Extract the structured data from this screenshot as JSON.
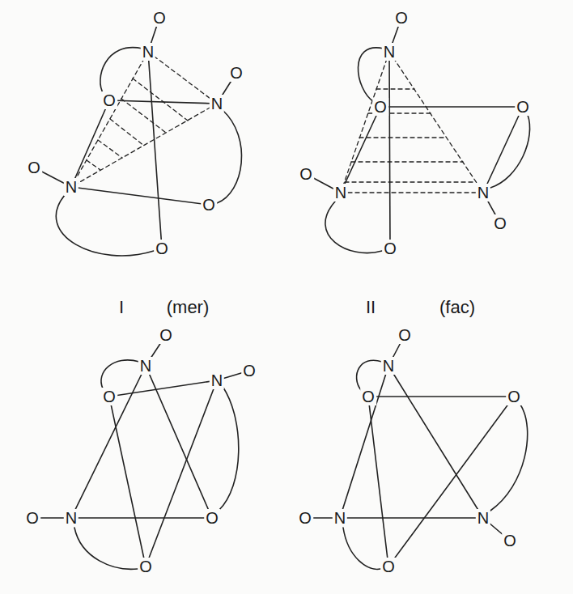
{
  "diagram": {
    "labels": [
      "O",
      "N",
      "O",
      "O",
      "N",
      "O",
      "N",
      "O",
      "O",
      "O",
      "N",
      "O",
      "O",
      "O",
      "N",
      "N",
      "O",
      "O",
      "I",
      "(mer)",
      "II",
      "(fac)",
      "O",
      "N",
      "O",
      "N",
      "O",
      "O",
      "N",
      "O",
      "O",
      "O",
      "N",
      "O",
      "O",
      "O",
      "N",
      "N",
      "O",
      "O"
    ]
  }
}
